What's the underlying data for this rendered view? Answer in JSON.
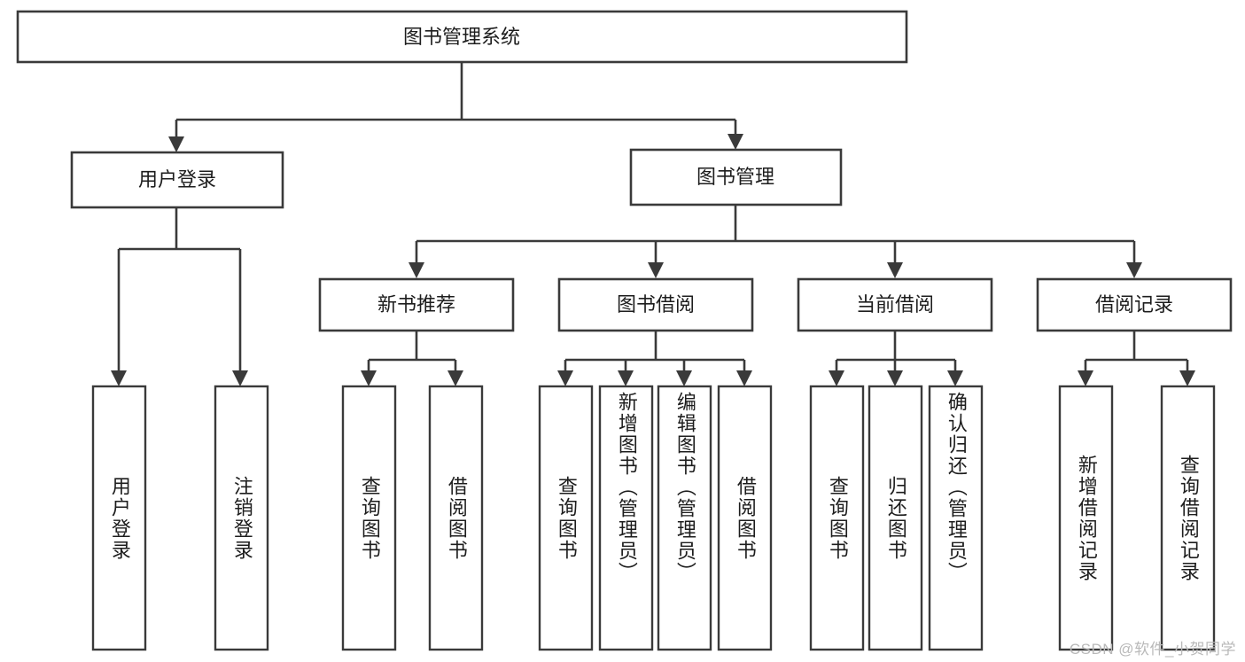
{
  "diagram": {
    "title": "图书管理系统",
    "type": "tree",
    "colors": {
      "box_stroke": "#3a3a3a",
      "box_fill": "#ffffff",
      "connector": "#3a3a3a",
      "text": "#1d1d1d",
      "watermark": "#b9b9b9",
      "background": "#ffffff"
    },
    "root": {
      "label": "图书管理系统",
      "children": [
        {
          "label": "用户登录",
          "children": [
            {
              "label": "用户登录"
            },
            {
              "label": "注销登录"
            }
          ]
        },
        {
          "label": "图书管理",
          "children": [
            {
              "label": "新书推荐",
              "children": [
                {
                  "label": "查询图书"
                },
                {
                  "label": "借阅图书"
                }
              ]
            },
            {
              "label": "图书借阅",
              "children": [
                {
                  "label": "查询图书"
                },
                {
                  "label": "新增图书（管理员）"
                },
                {
                  "label": "编辑图书（管理员）"
                },
                {
                  "label": "借阅图书"
                }
              ]
            },
            {
              "label": "当前借阅",
              "children": [
                {
                  "label": "查询图书"
                },
                {
                  "label": "归还图书"
                },
                {
                  "label": "确认归还（管理员）"
                }
              ]
            },
            {
              "label": "借阅记录",
              "children": [
                {
                  "label": "新增借阅记录"
                },
                {
                  "label": "查询借阅记录"
                }
              ]
            }
          ]
        }
      ]
    },
    "nodes": {
      "root_title": "图书管理系统",
      "l2_user_login": "用户登录",
      "l2_book_mgmt": "图书管理",
      "l3_new_book_rec": "新书推荐",
      "l3_book_borrow": "图书借阅",
      "l3_current_borrow": "当前借阅",
      "l3_borrow_record": "借阅记录",
      "leaf_user_login": "用户登录",
      "leaf_logout": "注销登录",
      "leaf_rec_query_book": "查询图书",
      "leaf_rec_borrow_book": "借阅图书",
      "leaf_borrow_query_book": "查询图书",
      "leaf_borrow_add_book": "新增图书（管理员）",
      "leaf_borrow_edit_book": "编辑图书（管理员）",
      "leaf_borrow_borrow_book": "借阅图书",
      "leaf_cur_query_book": "查询图书",
      "leaf_cur_return_book": "归还图书",
      "leaf_cur_confirm_return": "确认归还（管理员）",
      "leaf_rec_add_record": "新增借阅记录",
      "leaf_rec_query_record": "查询借阅记录"
    }
  },
  "watermark": {
    "text": "CSDN @软件_小贺同学"
  }
}
